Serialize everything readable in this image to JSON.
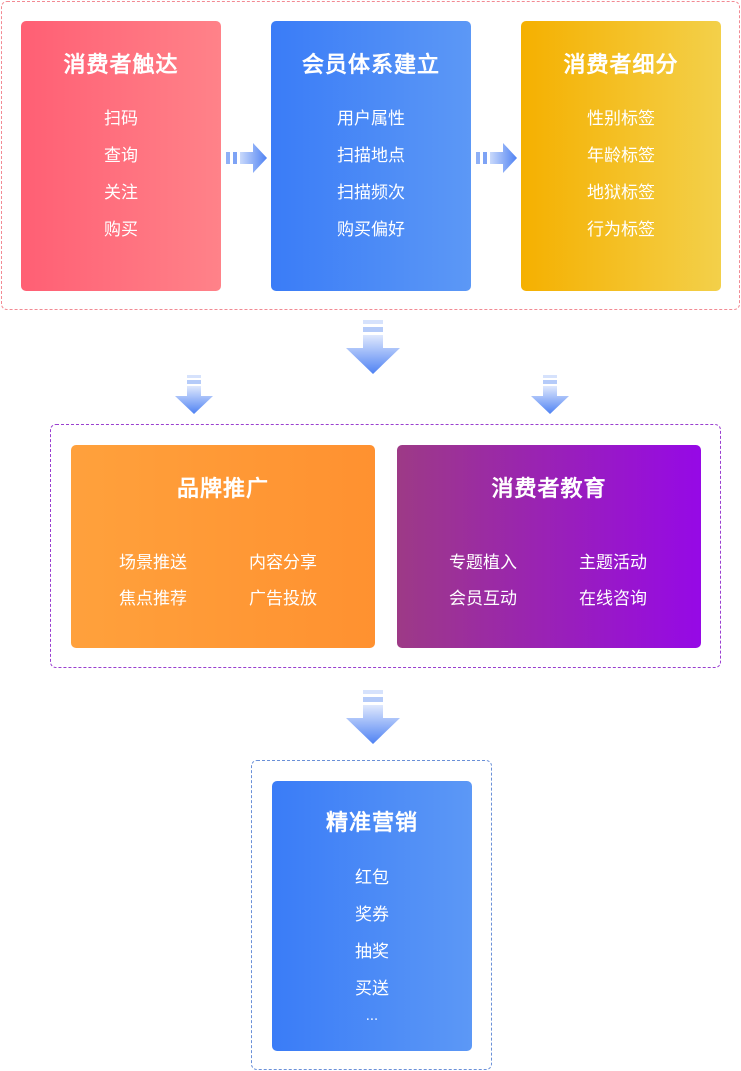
{
  "stage1": {
    "cards": [
      {
        "title": "消费者触达",
        "items": [
          "扫码",
          "查询",
          "关注",
          "购买"
        ]
      },
      {
        "title": "会员体系建立",
        "items": [
          "用户属性",
          "扫描地点",
          "扫描频次",
          "购买偏好"
        ]
      },
      {
        "title": "消费者细分",
        "items": [
          "性别标签",
          "年龄标签",
          "地狱标签",
          "行为标签"
        ]
      }
    ]
  },
  "stage2": {
    "cards": [
      {
        "title": "品牌推广",
        "left_items": [
          "场景推送",
          "焦点推荐"
        ],
        "right_items": [
          "内容分享",
          "广告投放"
        ]
      },
      {
        "title": "消费者教育",
        "left_items": [
          "专题植入",
          "会员互动"
        ],
        "right_items": [
          "主题活动",
          "在线咨询"
        ]
      }
    ]
  },
  "stage3": {
    "card": {
      "title": "精准营销",
      "items": [
        "红包",
        "奖券",
        "抽奖",
        "买送",
        "..."
      ]
    }
  },
  "colors": {
    "touch": "#ff6b7c",
    "member": "#4a88f7",
    "segment": "#f4bd1e",
    "brand": "#ff9a36",
    "education": "#9a22b6",
    "arrow": "#4f82f3"
  }
}
